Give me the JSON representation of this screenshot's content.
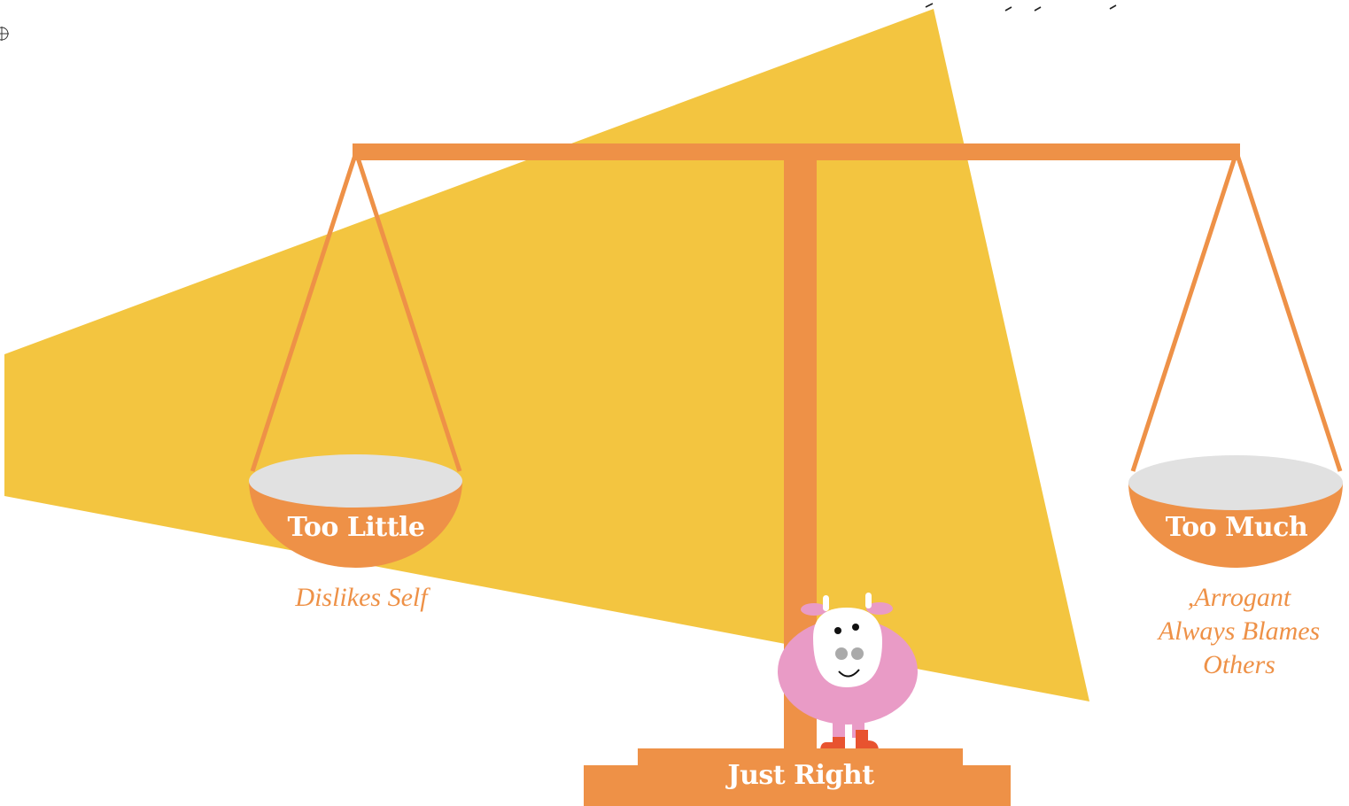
{
  "scale": {
    "left_pan_label": "Too Little",
    "right_pan_label": "Too Much",
    "base_label": "Just Right",
    "left_description": "Dislikes Self",
    "right_description_lines": [
      ",Arrogant",
      "Always Blames",
      "Others"
    ]
  },
  "colors": {
    "orange": "#ee9147",
    "yellow": "#f3c540",
    "pan_top": "#e1e1e1",
    "sheep_body": "#e99bc6",
    "boots": "#e8532f"
  },
  "icons": {
    "corner": "crosshair-icon",
    "mascot": "sheep-icon"
  }
}
